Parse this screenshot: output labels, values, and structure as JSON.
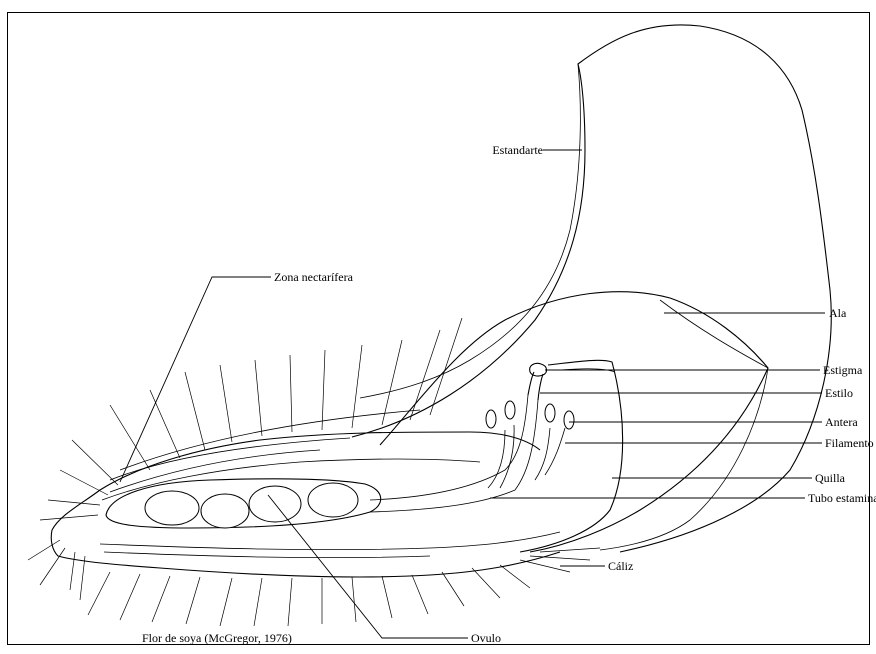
{
  "labels": {
    "estandarte": "Estandarte",
    "zona_nectarifera": "Zona nectarífera",
    "ala": "Ala",
    "estigma": "Estigma",
    "estilo": "Estilo",
    "antera": "Antera",
    "filamento": "Filamento",
    "quilla": "Quilla",
    "tubo_estaminal": "Tubo estaminal",
    "caliz": "Cáliz",
    "ovulo": "Ovulo"
  },
  "caption": "Flor de soya (McGregor, 1976)"
}
